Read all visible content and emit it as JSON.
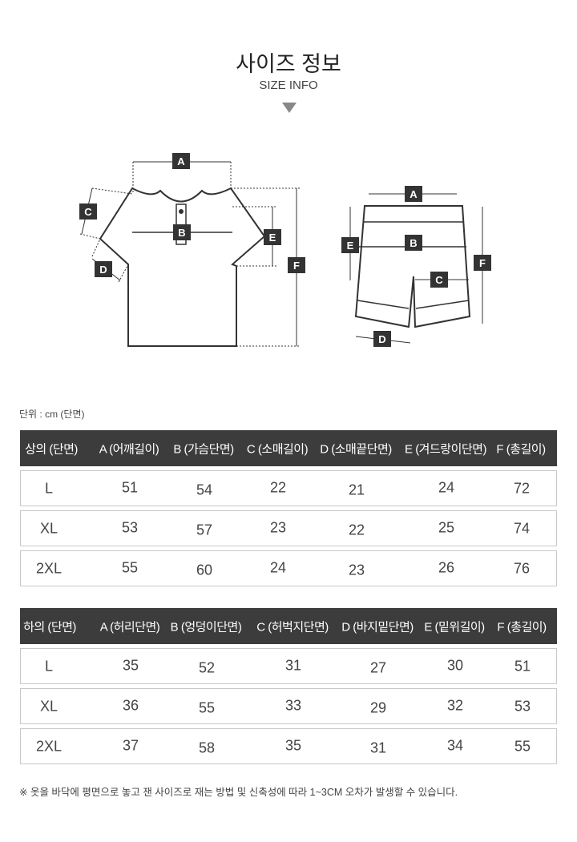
{
  "title": "사이즈 정보",
  "subtitle": "SIZE INFO",
  "diagram_labels": {
    "top": [
      "A",
      "B",
      "C",
      "D",
      "E",
      "F"
    ],
    "bottom": [
      "A",
      "B",
      "C",
      "D",
      "E",
      "F"
    ]
  },
  "unit": "단위 : cm (단면)",
  "top_table": {
    "headers": [
      "상의 (단면)",
      "A (어깨길이)",
      "B (가슴단면)",
      "C (소매길이)",
      "D (소매끝단면)",
      "E (겨드랑이단면)",
      "F (총길이)"
    ],
    "rows": [
      [
        "L",
        "51",
        "54",
        "22",
        "21",
        "24",
        "72"
      ],
      [
        "XL",
        "53",
        "57",
        "23",
        "22",
        "25",
        "74"
      ],
      [
        "2XL",
        "55",
        "60",
        "24",
        "23",
        "26",
        "76"
      ]
    ]
  },
  "bottom_table": {
    "headers": [
      "하의 (단면)",
      "A (허리단면)",
      "B (엉덩이단면)",
      "C (허벅지단면)",
      "D (바지밑단면)",
      "E (밑위길이)",
      "F (총길이)"
    ],
    "rows": [
      [
        "L",
        "35",
        "52",
        "31",
        "27",
        "30",
        "51"
      ],
      [
        "XL",
        "36",
        "55",
        "33",
        "29",
        "32",
        "53"
      ],
      [
        "2XL",
        "37",
        "58",
        "35",
        "31",
        "34",
        "55"
      ]
    ]
  },
  "note": "※ 옷을 바닥에 평면으로 놓고 잰 사이즈로 재는 방법 및 신축성에 따라 1~3CM 오차가 발생할 수 있습니다."
}
